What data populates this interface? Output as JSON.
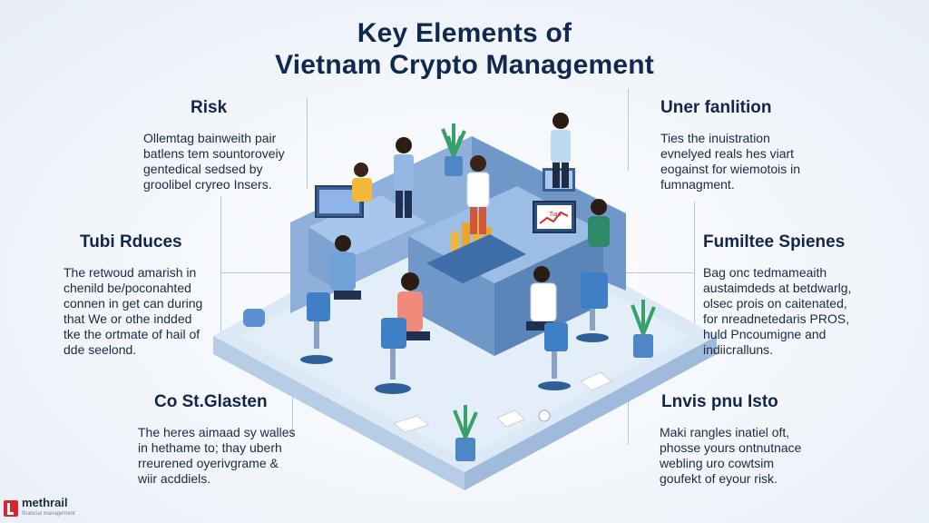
{
  "title": {
    "line1": "Key Elements of",
    "line2": "Vietnam Crypto Management"
  },
  "sections": {
    "risk": {
      "heading": "Risk",
      "lines": [
        "Ollemtag bainweith pair",
        "batlens tem sountoroveiy",
        "gentedical sedsed by",
        "groolibel cryreo Insers."
      ]
    },
    "tubi": {
      "heading": "Tubi Rduces",
      "lines": [
        "The retwoud amarish in",
        "chenild be/poconahted",
        "connen in get can during",
        "that We or othe indded",
        "tke the ortmate of hail of",
        "dde seelond."
      ]
    },
    "costs": {
      "heading": "Co St.Glasten",
      "lines": [
        "The heres aimaad sy walles",
        "in hethame to; thay uberh",
        "rreurened oyerivgrame &",
        "wiir acddiels."
      ]
    },
    "uner": {
      "heading": "Uner fanlition",
      "lines": [
        "Ties the inuistration",
        "evnelyed reals hes viart",
        "eogainst for wiemotois in",
        "fumnagment."
      ]
    },
    "fumil": {
      "heading": "Fumiltee Spienes",
      "lines": [
        "Bag onc tedmameaith",
        "austaimdeds at betdwarlg,",
        "olsec prois on caitenated,",
        "for nreadnetedaris PROS,",
        "huld Pncoumigne and",
        "indiicralluns."
      ]
    },
    "lnvis": {
      "heading": "Lnvis pnu Isto",
      "lines": [
        "Maki rangles inatiel oft,",
        "phosse yours ontnutnace",
        "webling uro cowtsim",
        "goufekt of eyour risk."
      ]
    }
  },
  "scene": {
    "monitor_text": "Tiaa"
  },
  "logo": {
    "name": "methrail",
    "tagline": "financial management"
  },
  "colors": {
    "title": "#12294f",
    "platform_top": "#dce8f5",
    "platform_side": "#a9c2e0",
    "desk": "#7fa7d6",
    "accent_orange": "#f0b43c"
  }
}
